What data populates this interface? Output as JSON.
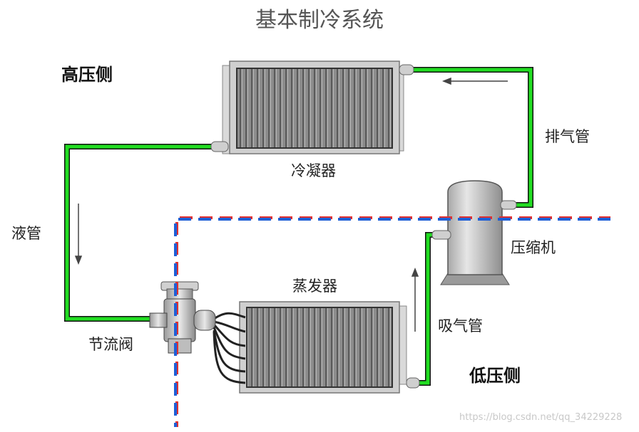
{
  "title": "基本制冷系统",
  "labels": {
    "high_side": "高压侧",
    "low_side": "低压侧",
    "condenser": "冷凝器",
    "evaporator": "蒸发器",
    "compressor": "压缩机",
    "discharge_pipe": "排气管",
    "suction_pipe": "吸气管",
    "liquid_pipe": "液管",
    "expansion_valve": "节流阀"
  },
  "watermark": "https://blog.csdn.net/qq_34229228",
  "colors": {
    "pipe": "#22dd22",
    "divider_blue": "#1f5fd6",
    "divider_red": "#e03030",
    "coil_body": "#9a9a9a",
    "frame": "#cfcfcf"
  }
}
